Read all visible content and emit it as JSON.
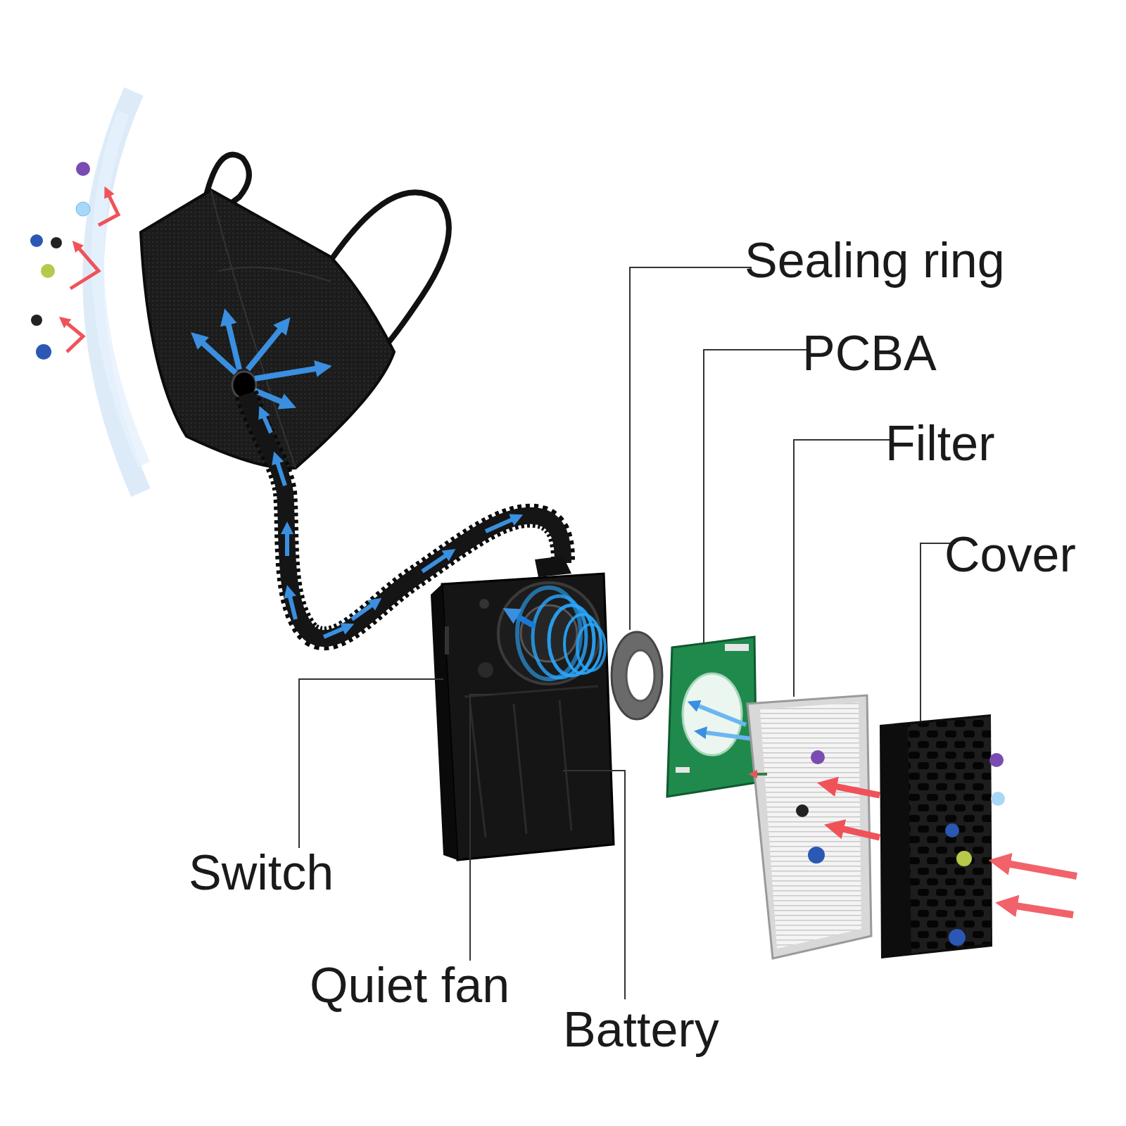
{
  "diagram": {
    "labels": [
      "Sealing ring",
      "PCBA",
      "Filter",
      "Cover",
      "Switch",
      "Quiet fan",
      "Battery"
    ]
  }
}
